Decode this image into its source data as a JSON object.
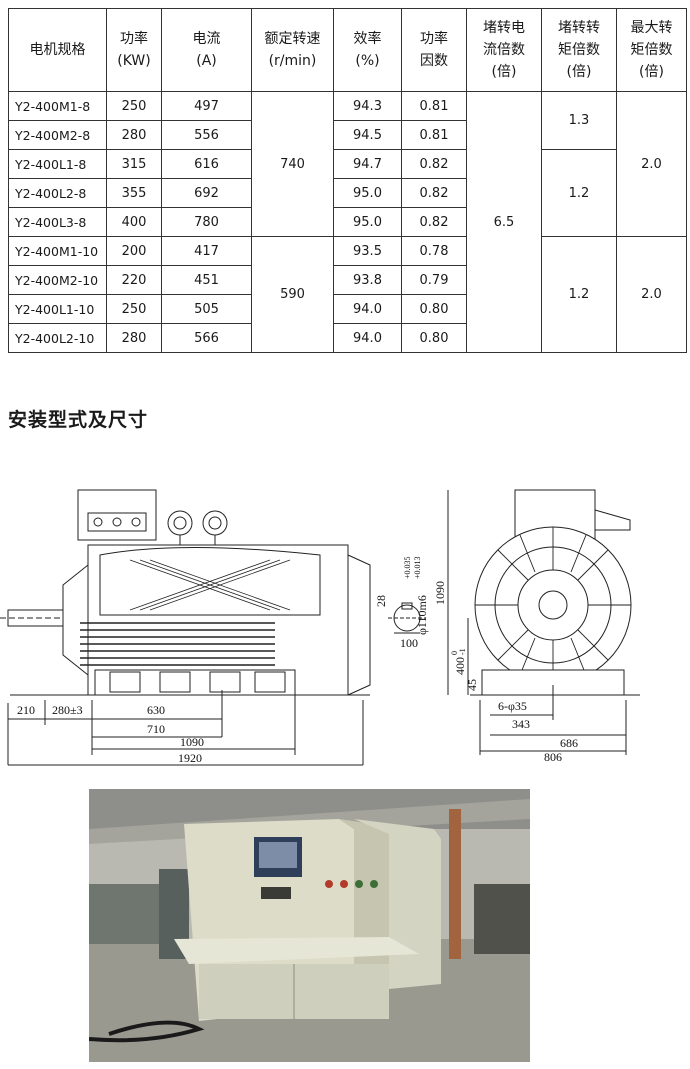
{
  "spec_table": {
    "headers": [
      {
        "line1": "电机规格",
        "line2": "",
        "line3": ""
      },
      {
        "line1": "功率",
        "line2": "(KW)",
        "line3": ""
      },
      {
        "line1": "电流",
        "line2": "(A)",
        "line3": ""
      },
      {
        "line1": "额定转速",
        "line2": "(r/min)",
        "line3": ""
      },
      {
        "line1": "效率",
        "line2": "(%)",
        "line3": ""
      },
      {
        "line1": "功率",
        "line2": "因数",
        "line3": ""
      },
      {
        "line1": "堵转电",
        "line2": "流倍数",
        "line3": "(倍)"
      },
      {
        "line1": "堵转转",
        "line2": "矩倍数",
        "line3": "(倍)"
      },
      {
        "line1": "最大转",
        "line2": "矩倍数",
        "line3": "(倍)"
      }
    ],
    "rows": [
      {
        "model": "Y2-400M1-8",
        "power": "250",
        "current": "497",
        "efficiency": "94.3",
        "pf": "0.81"
      },
      {
        "model": "Y2-400M2-8",
        "power": "280",
        "current": "556",
        "efficiency": "94.5",
        "pf": "0.81"
      },
      {
        "model": "Y2-400L1-8",
        "power": "315",
        "current": "616",
        "efficiency": "94.7",
        "pf": "0.82"
      },
      {
        "model": "Y2-400L2-8",
        "power": "355",
        "current": "692",
        "efficiency": "95.0",
        "pf": "0.82"
      },
      {
        "model": "Y2-400L3-8",
        "power": "400",
        "current": "780",
        "efficiency": "95.0",
        "pf": "0.82"
      },
      {
        "model": "Y2-400M1-10",
        "power": "200",
        "current": "417",
        "efficiency": "93.5",
        "pf": "0.78"
      },
      {
        "model": "Y2-400M2-10",
        "power": "220",
        "current": "451",
        "efficiency": "93.8",
        "pf": "0.79"
      },
      {
        "model": "Y2-400L1-10",
        "power": "250",
        "current": "505",
        "efficiency": "94.0",
        "pf": "0.80"
      },
      {
        "model": "Y2-400L2-10",
        "power": "280",
        "current": "566",
        "efficiency": "94.0",
        "pf": "0.80"
      }
    ],
    "speed_8pole": "740",
    "speed_10pole": "590",
    "locked_current": "6.5",
    "locked_torque_a": "1.3",
    "locked_torque_b": "1.2",
    "locked_torque_c": "1.2",
    "max_torque_8pole": "2.0",
    "max_torque_10pole": "2.0"
  },
  "section": {
    "title": "安装型式及尺寸"
  },
  "drawing": {
    "dim_210": "210",
    "dim_280": "280±3",
    "dim_630": "630",
    "dim_710": "710",
    "dim_1090": "1090",
    "dim_1920": "1920",
    "dim_28": "28",
    "dim_shaft": "φ110m6",
    "dim_tol_upper": "+0.035",
    "dim_tol_lower": "+0.013",
    "dim_100": "100",
    "dim_height": "1090",
    "dim_400": "400",
    "dim_400_tol": "0",
    "dim_400_tol2": "-1",
    "dim_45": "45",
    "dim_holes": "6-φ35",
    "dim_343": "343",
    "dim_686": "686",
    "dim_806": "806"
  },
  "colors": {
    "line": "#222222",
    "panel": "#dcdcc8",
    "wall": "#c9c9c1",
    "screen": "#2f3f5a"
  }
}
